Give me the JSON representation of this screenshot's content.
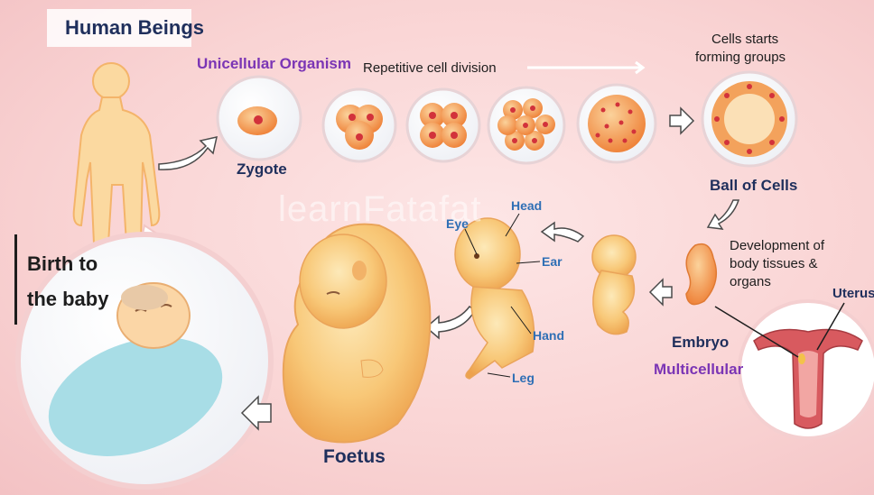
{
  "title": "Human Beings",
  "unicellular": "Unicellular Organism",
  "zygote": "Zygote",
  "repetitive": "Repetitive cell division",
  "cells_group": [
    "Cells starts",
    "forming groups"
  ],
  "ball": "Ball of Cells",
  "development": [
    "Development of",
    "body tissues &",
    "organs"
  ],
  "uterus": "Uterus",
  "embryo": "Embryo",
  "multicellular": "Multicellular",
  "parts": {
    "head": "Head",
    "eye": "Eye",
    "ear": "Ear",
    "hand": "Hand",
    "leg": "Leg"
  },
  "foetus": "Foetus",
  "birth": [
    "Birth to",
    "the baby"
  ],
  "watermark": "learnFatafat",
  "colors": {
    "navy": "#1f2f5c",
    "purple": "#7b35b5",
    "blue": "#2f6fb5",
    "cell": "#f08a3c",
    "skin": "#f7c77a"
  }
}
